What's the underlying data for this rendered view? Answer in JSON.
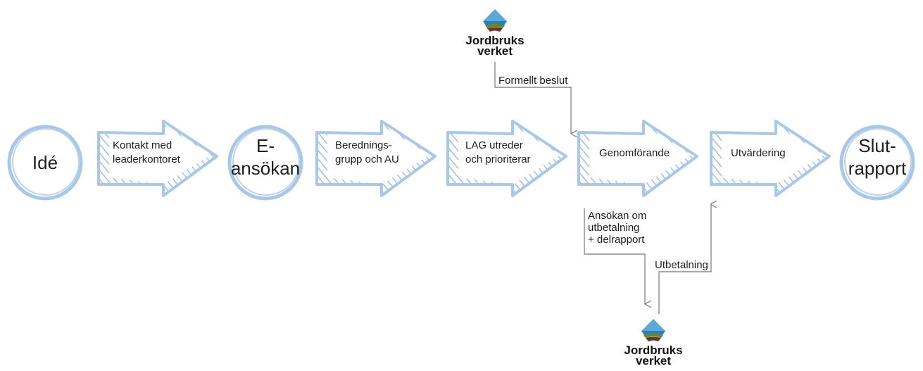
{
  "colors": {
    "shape_stroke": "#a9c7e6",
    "shape_stroke_dark": "#8fb6dc",
    "hatch": "#9dbfe2",
    "connector": "#8a8a8a",
    "logo_blue_top": "#5aa9d6",
    "logo_blue_bottom": "#2f7fb5",
    "logo_green": "#5f8a2e",
    "logo_brown": "#7a2e2a"
  },
  "logo": {
    "line1": "Jordbruks",
    "line2": "verket",
    "icon": "jordbruksverket-logo-icon"
  },
  "steps": {
    "ide": "Idé",
    "kontakt_1": "Kontakt med",
    "kontakt_2": "leaderkontoret",
    "eansokan_1": "E-",
    "eansokan_2": "ansökan",
    "beredning_1": "Berednings-",
    "beredning_2": "grupp och AU",
    "lag_1": "LAG utreder",
    "lag_2": "och prioriterar",
    "genomforande": "Genomförande",
    "utvardering": "Utvärdering",
    "slut_1": "Slut-",
    "slut_2": "rapport"
  },
  "notes": {
    "formellt_beslut": "Formellt beslut",
    "ansokan_1": "Ansökan om",
    "ansokan_2": "utbetalning",
    "ansokan_3": "+ delrapport",
    "utbetalning": "Utbetalning"
  }
}
